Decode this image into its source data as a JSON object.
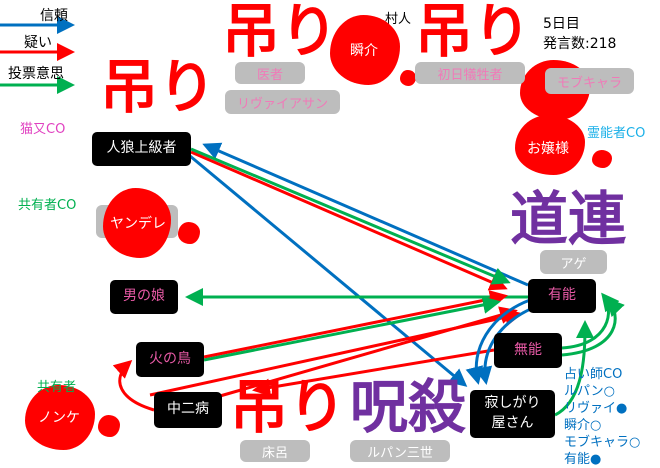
{
  "legend": {
    "trust": "信頼",
    "doubt": "疑い",
    "vote": "投票意思"
  },
  "colors": {
    "trust": "#0070c0",
    "doubt": "#ff0000",
    "vote": "#00b050",
    "pink": "#e85aa6",
    "purple": "#7030a0"
  },
  "status": {
    "day": "5日目",
    "posts": "発言数:218",
    "villager": "村人"
  },
  "alive": {
    "werewolf_pro": "人狼上級者",
    "otokonoko": "男の娘",
    "phoenix": "火の鳥",
    "chuni": "中二病",
    "yuno": "有能",
    "muno": "無能",
    "lonely": "寂しがり屋さん"
  },
  "dead": {
    "leviathan": "リヴァイアサン",
    "doctor": "医者",
    "shunsuke": "瞬介",
    "first_victim": "初日犠牲者",
    "mob": "モブキャラ",
    "ojou": "お嬢様",
    "yandere": "ヤンデレ",
    "unknown": "アゲ",
    "nonke": "ノンケ",
    "tokoro": "床呂",
    "lupin": "ルパン三世"
  },
  "marks": {
    "hang": "吊り",
    "michizure": "道連",
    "jusatsu": "呪殺"
  },
  "co": {
    "nekomata": "猫又CO",
    "medium": "霊能者CO",
    "mason": "共有者CO",
    "mason2": "共有者",
    "seer": "占い師CO"
  },
  "seer_results": [
    "ルパン○",
    "リヴァイ●",
    "瞬介○",
    "モブキャラ○",
    "有能●"
  ]
}
